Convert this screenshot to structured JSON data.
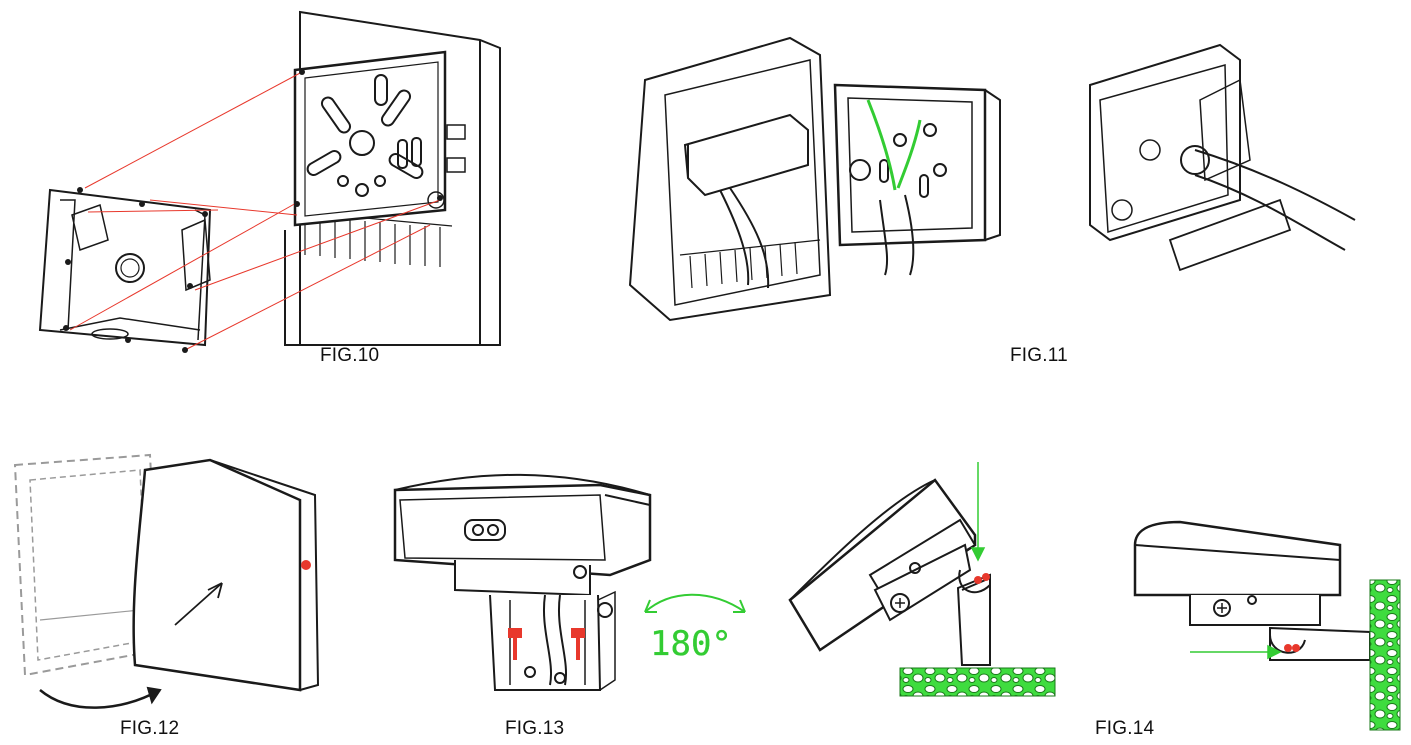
{
  "figures": {
    "fig10": {
      "label": "FIG.10"
    },
    "fig11": {
      "label": "FIG.11"
    },
    "fig12": {
      "label": "FIG.12"
    },
    "fig13": {
      "label": "FIG.13",
      "rotation_text": "180°"
    },
    "fig14": {
      "label": "FIG.14"
    }
  },
  "colors": {
    "line": "#1a1a1a",
    "guide_red": "#e8382c",
    "wire_green": "#33cc33",
    "ground_green": "#3fdc3f",
    "dashed_gray": "#9a9a9a"
  }
}
